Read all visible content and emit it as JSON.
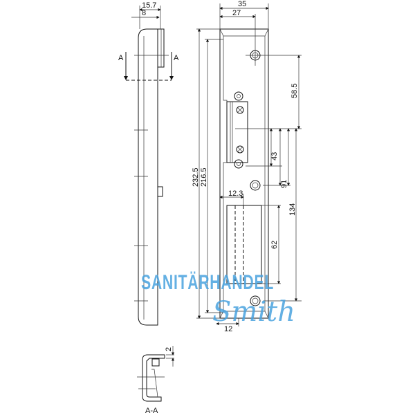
{
  "dimensions": {
    "side_width": "15.7",
    "side_inner": "8",
    "plate_width": "35",
    "plate_inner_width": "27",
    "total_length": "232.5",
    "inner_length": "216.5",
    "top_hole": "58.5",
    "strike_offset": "43",
    "hole_distance_91": "91",
    "hole_distance_134": "134",
    "slot_length": "62",
    "slot_offset": "12.3",
    "bottom_offset": "12",
    "section_depth": "2"
  },
  "section_marks": {
    "left": "A",
    "right": "A",
    "section_label": "A-A"
  },
  "watermark": {
    "line1": "SANITÄRHANDEL",
    "line2": "Smith",
    "color": "#4aa3df"
  }
}
